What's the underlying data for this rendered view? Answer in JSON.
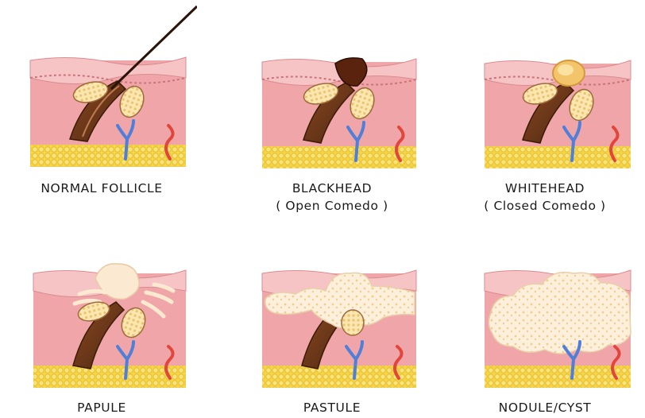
{
  "panels": [
    {
      "id": "normal",
      "title": "NORMAL FOLLICLE",
      "subtitle": ""
    },
    {
      "id": "blackhead",
      "title": "BLACKHEAD",
      "subtitle": "( Open Comedo )"
    },
    {
      "id": "whitehead",
      "title": "WHITEHEAD",
      "subtitle": "( Closed Comedo )"
    },
    {
      "id": "papule",
      "title": "PAPULE",
      "subtitle": ""
    },
    {
      "id": "pastule",
      "title": "PASTULE",
      "subtitle": ""
    },
    {
      "id": "nodule",
      "title": "NODULE/CYST",
      "subtitle": ""
    }
  ],
  "colors": {
    "dermis": "#f0a6a8",
    "epidermis": "#f7c4c6",
    "fat": "#f2cf3a",
    "follicle": "#6b3a1c",
    "vein": "#4f7fd8",
    "artery": "#e2453c",
    "blackhead": "#5a230d",
    "whitehead": "#f4c46a",
    "pus": "#fbe9d2"
  }
}
